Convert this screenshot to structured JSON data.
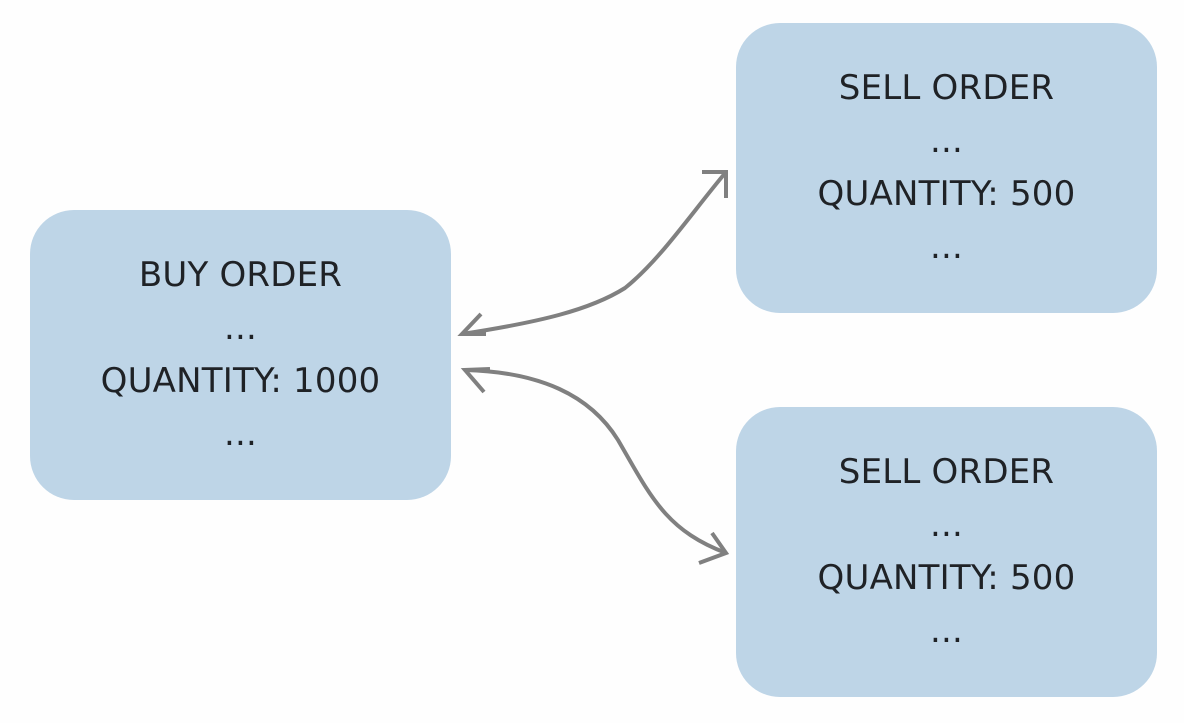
{
  "diagram": {
    "colors": {
      "node_fill": "#bed5e7",
      "connector": "#808080",
      "text": "#1f2226",
      "background": "#fefefe"
    },
    "nodes": {
      "buy": {
        "lines": [
          "BUY ORDER",
          "...",
          "QUANTITY: 1000",
          "..."
        ]
      },
      "sell_1": {
        "lines": [
          "SELL ORDER",
          "...",
          "QUANTITY: 500",
          "..."
        ]
      },
      "sell_2": {
        "lines": [
          "SELL ORDER",
          "...",
          "QUANTITY: 500",
          "..."
        ]
      }
    },
    "edges": [
      {
        "from": "buy",
        "to": "sell_1",
        "arrowheads": "both"
      },
      {
        "from": "buy",
        "to": "sell_2",
        "arrowheads": "both"
      }
    ]
  }
}
